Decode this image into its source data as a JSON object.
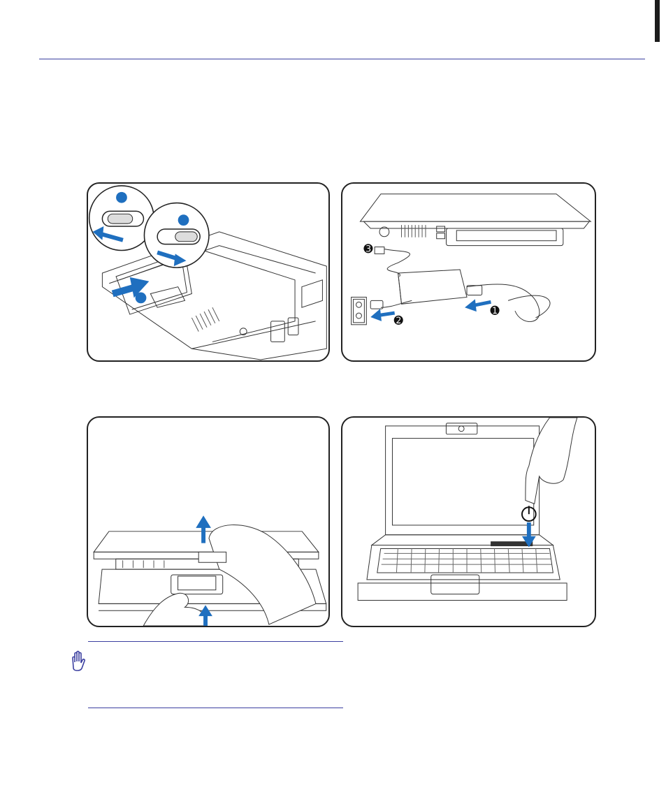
{
  "header": {
    "accent_color": "#3b3fa0"
  },
  "figures": {
    "battery_install": {
      "callouts": [
        "",
        "",
        ""
      ]
    },
    "ac_power": {
      "callouts": [
        "➊",
        "➋",
        "➌"
      ]
    },
    "open_lid": {},
    "power_on": {}
  },
  "note": {
    "icon": "hand-stop-icon",
    "text": ""
  },
  "colors": {
    "arrow_blue": "#1f6fbf",
    "line_dark": "#222222"
  }
}
